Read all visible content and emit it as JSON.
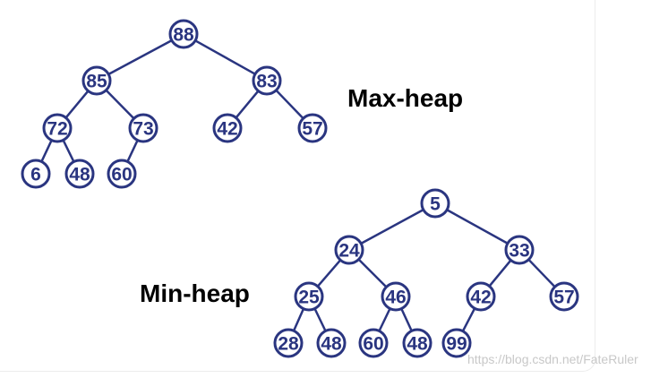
{
  "diagrams": [
    {
      "label": "Max-heap",
      "nodes": [
        "88",
        "85",
        "83",
        "72",
        "73",
        "42",
        "57",
        "6",
        "48",
        "60"
      ]
    },
    {
      "label": "Min-heap",
      "nodes": [
        "5",
        "24",
        "33",
        "25",
        "46",
        "42",
        "57",
        "28",
        "48",
        "60",
        "48",
        "99"
      ]
    }
  ],
  "watermark": "https://blog.csdn.net/FateRuler",
  "colors": {
    "node_stroke": "#2a3580",
    "label": "#000000",
    "watermark": "#c8c8c8"
  }
}
